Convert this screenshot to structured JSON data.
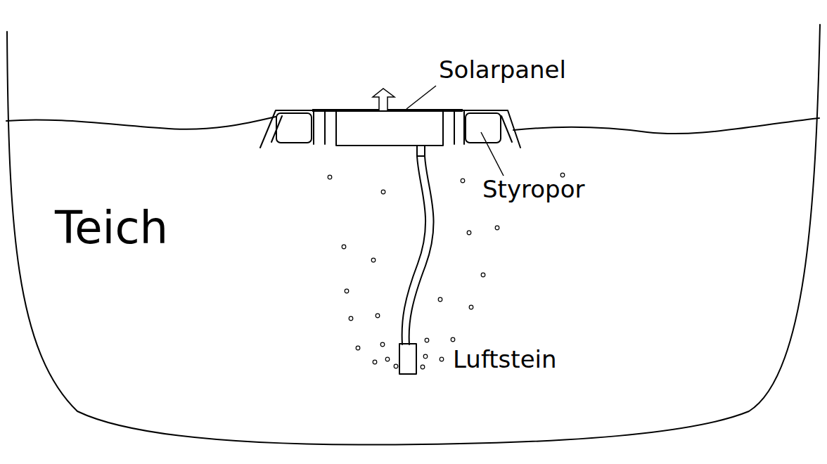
{
  "diagram": {
    "labels": [
      "Solarpanel",
      "Styropor",
      "Luftstein",
      "Teich"
    ]
  }
}
